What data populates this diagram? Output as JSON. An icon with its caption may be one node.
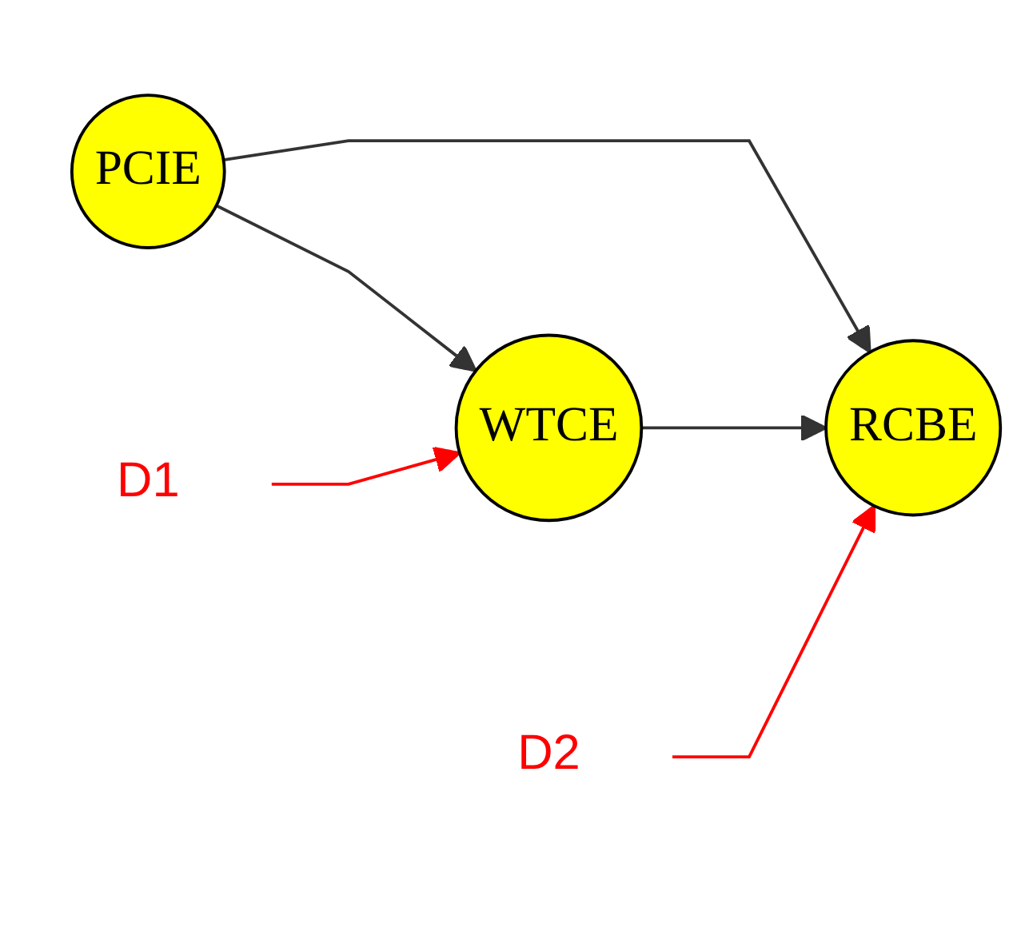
{
  "diagram": {
    "nodes": [
      {
        "text": [
          "D1"
        ]
      },
      {
        "text": [
          "WTCE"
        ]
      },
      {
        "text": [
          "PCIE"
        ]
      },
      {
        "text": [
          "D2"
        ]
      },
      {
        "text": [
          "RCBE"
        ]
      }
    ],
    "edges": [
      {
        "from": 2,
        "to": 1,
        "arrow": "to"
      },
      {
        "from": 2,
        "to": 4,
        "arrow": "to"
      },
      {
        "from": 1,
        "to": 4,
        "arrow": "to"
      },
      {
        "from": 0,
        "to": 1,
        "arrow": "to",
        "color": "#ff0000"
      },
      {
        "from": 3,
        "to": 4,
        "arrow": "to",
        "color": "#ff0000"
      }
    ]
  }
}
